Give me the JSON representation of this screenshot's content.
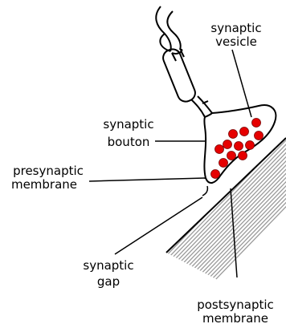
{
  "labels": {
    "synaptic_vesicle_line1": "synaptic",
    "synaptic_vesicle_line2": "vesicle",
    "synaptic_bouton_line1": "synaptic",
    "synaptic_bouton_line2": "bouton",
    "presynaptic_membrane_line1": "presynaptic",
    "presynaptic_membrane_line2": "membrane",
    "synaptic_gap_line1": "synaptic",
    "synaptic_gap_line2": "gap",
    "postsynaptic_membrane_line1": "postsynaptic",
    "postsynaptic_membrane_line2": "membrane"
  },
  "colors": {
    "vesicle_fill": "#e60000",
    "line": "#000000",
    "hatch": "#9a9a9a",
    "background": "#ffffff"
  },
  "counts": {
    "vesicles": 12
  }
}
